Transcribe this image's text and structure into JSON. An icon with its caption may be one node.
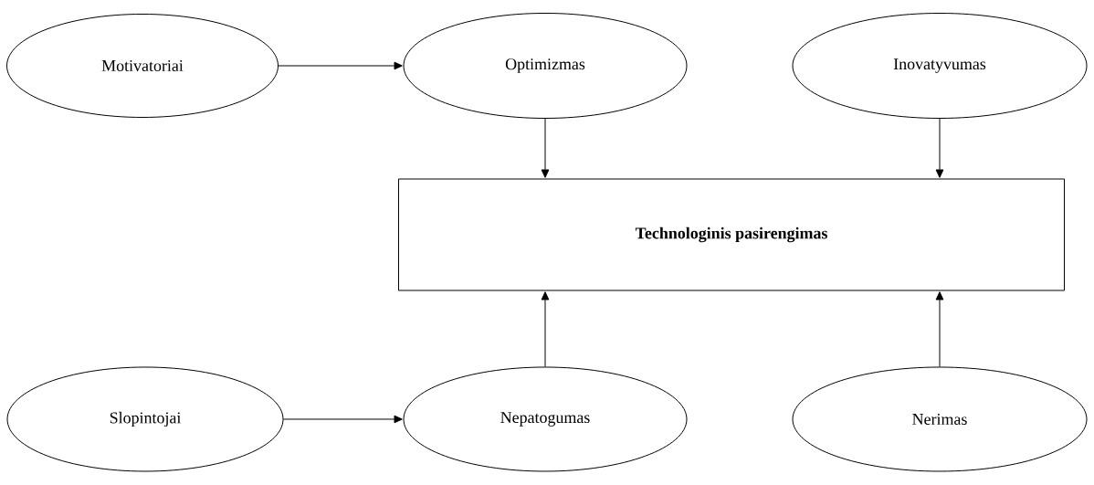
{
  "diagram": {
    "nodes": [
      {
        "text": [
          "Motivatoriai"
        ]
      },
      {
        "text": [
          "Optimizmas"
        ]
      },
      {
        "text": [
          "Inovatyvumas"
        ]
      },
      {
        "text": [
          "**Technologinis pasirengimas**"
        ]
      },
      {
        "text": [
          "Slopintojai"
        ]
      },
      {
        "text": [
          "Nepatogumas"
        ]
      },
      {
        "text": [
          "Nerimas"
        ]
      }
    ],
    "edges": [
      {
        "from": 0,
        "to": 1,
        "arrow": "to"
      },
      {
        "from": 1,
        "to": 3,
        "arrow": "to"
      },
      {
        "from": 2,
        "to": 3,
        "arrow": "to"
      },
      {
        "from": 4,
        "to": 5,
        "arrow": "to"
      },
      {
        "from": 5,
        "to": 3,
        "arrow": "to"
      },
      {
        "from": 6,
        "to": 3,
        "arrow": "to"
      }
    ]
  }
}
